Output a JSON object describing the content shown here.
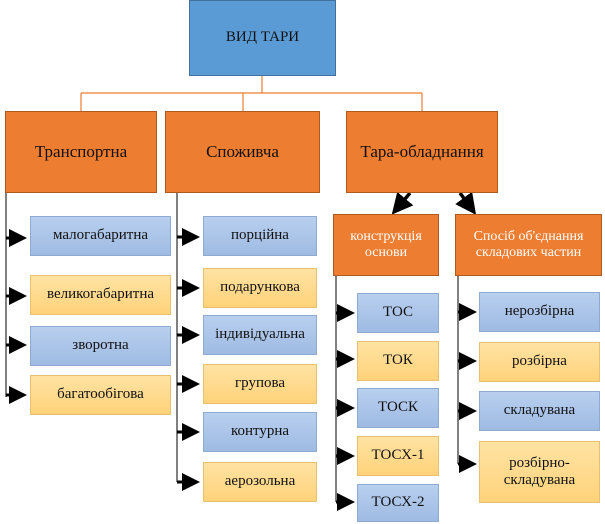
{
  "root": {
    "label": "ВИД ТАРИ"
  },
  "categories": [
    {
      "label": "Транспортна"
    },
    {
      "label": "Споживча"
    },
    {
      "label": "Тара-обладнання"
    }
  ],
  "transport_items": [
    "малогабаритна",
    "великогабаритна",
    "зворотна",
    "багатообігова"
  ],
  "consumer_items": [
    "порційна",
    "подарункова",
    "індивідуальна",
    "групова",
    "контурна",
    "аерозольна"
  ],
  "equipment_subgroups": [
    {
      "label": "конструкція основи",
      "items": [
        "ТОС",
        "ТОК",
        "ТОСК",
        "ТОСХ-1",
        "ТОСХ-2"
      ]
    },
    {
      "label": "Спосіб об'єднання складових частин",
      "items": [
        "нерозбірна",
        "розбірна",
        "складувана",
        "розбірно-складувана"
      ]
    }
  ],
  "colors": {
    "root": "#5b9bd5",
    "category": "#ed7d31",
    "item_blue": "#a9c4e8",
    "item_yellow": "#ffd98a",
    "connector_orange": "#ed7d31",
    "arrow": "#000000"
  }
}
